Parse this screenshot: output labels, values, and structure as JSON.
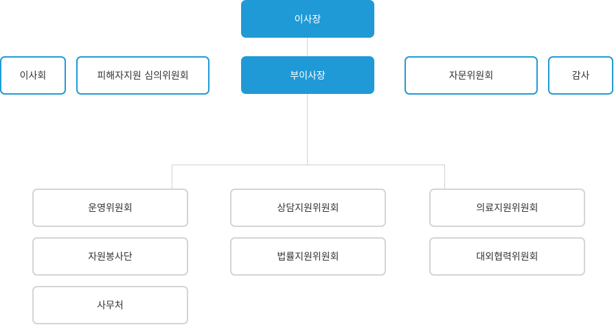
{
  "colors": {
    "primary": "#1f9ad6",
    "outline_blue": "#1f9ad6",
    "outline_gray": "#d4d4d4",
    "connector": "#d0d0d0",
    "text_dark": "#333333",
    "text_light": "#ffffff"
  },
  "chairman": "이사장",
  "vice_chairman": "부이사장",
  "left_units": {
    "board": "이사회",
    "victim_review": "피해자지원 심의위원회"
  },
  "right_units": {
    "advisory": "자문위원회",
    "audit": "감사"
  },
  "committees": {
    "col1": [
      "운영위원회",
      "자원봉사단",
      "사무처"
    ],
    "col2": [
      "상담지원위원회",
      "법률지원위원회"
    ],
    "col3": [
      "의료지원위원회",
      "대외협력위원회"
    ]
  }
}
